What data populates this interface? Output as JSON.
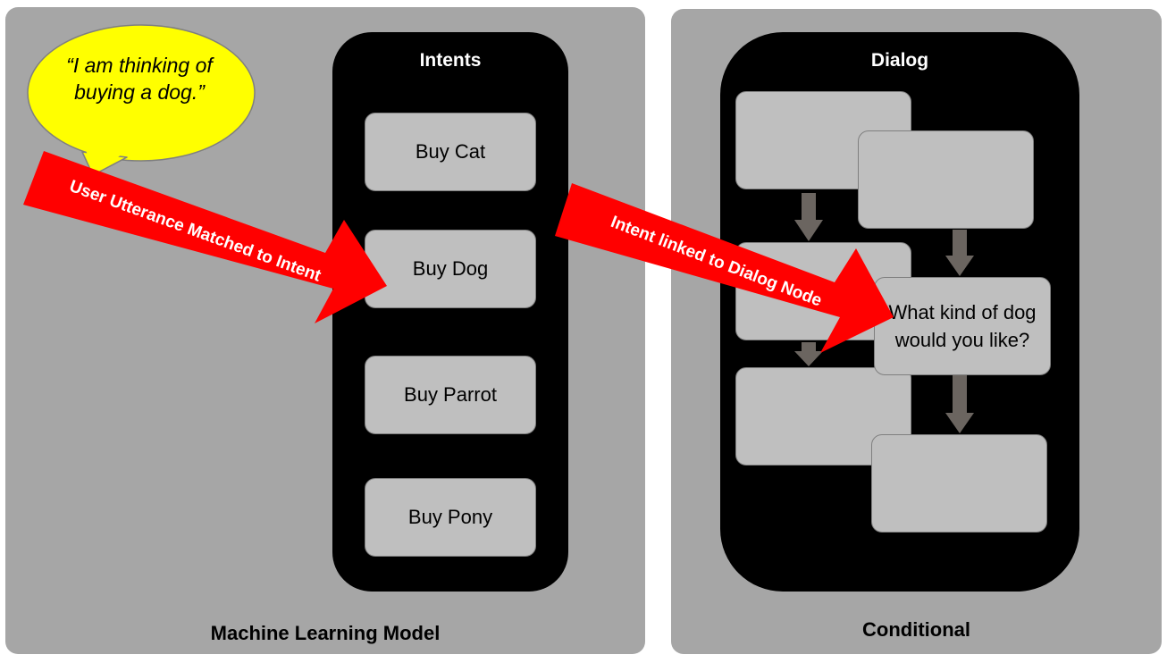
{
  "panels": {
    "left_caption": "Machine Learning Model",
    "right_caption": "Conditional"
  },
  "intents": {
    "title": "Intents",
    "items": [
      "Buy Cat",
      "Buy Dog",
      "Buy Parrot",
      "Buy Pony"
    ]
  },
  "dialog": {
    "title": "Dialog",
    "highlighted_node": "What kind of dog would you like?"
  },
  "speech_bubble": {
    "text": "“I am thinking of buying a dog.”"
  },
  "arrows": {
    "utterance_label": "User Utterance Matched to Intent",
    "dialog_label": "Intent linked to Dialog Node"
  },
  "colors": {
    "panel": "#a6a6a6",
    "box": "#bfbfbf",
    "bubble": "#ffff00",
    "arrow": "#ff0000",
    "flow_arrow": "#6b6560"
  }
}
